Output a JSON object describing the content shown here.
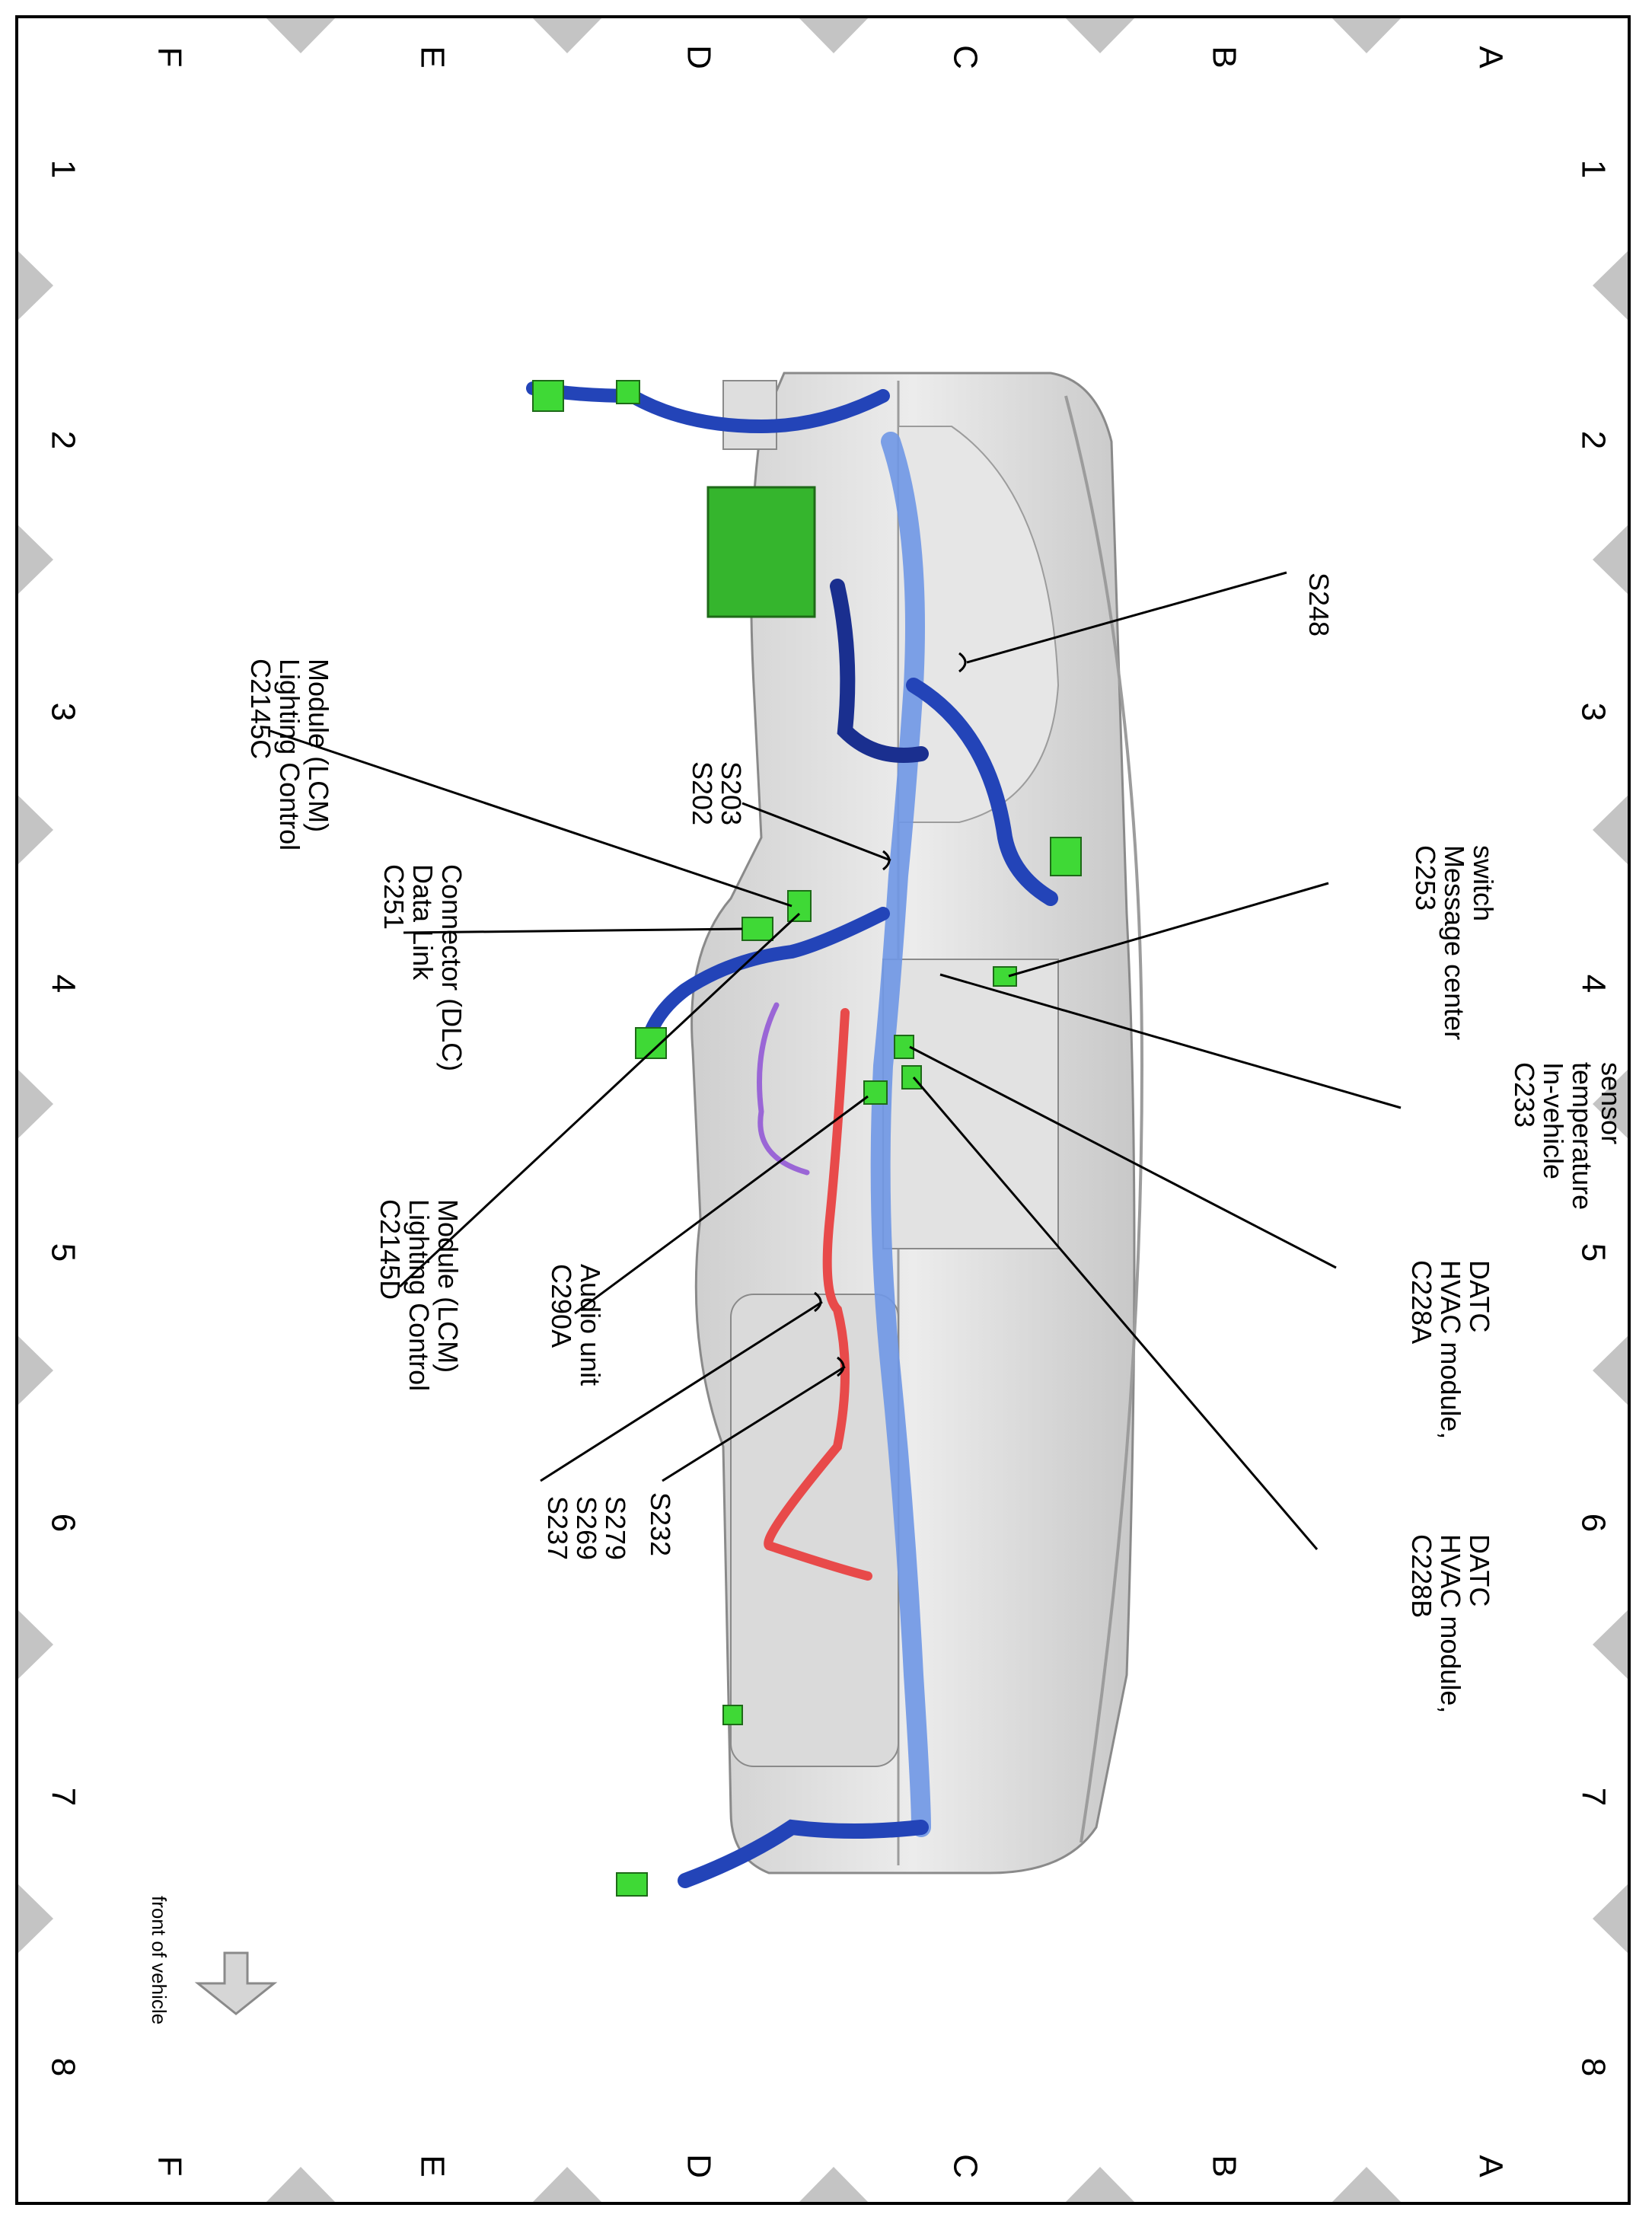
{
  "grid": {
    "letters": [
      "A",
      "B",
      "C",
      "D",
      "E",
      "F"
    ],
    "numbers": [
      "1",
      "2",
      "3",
      "4",
      "5",
      "6",
      "7",
      "8"
    ]
  },
  "labels": {
    "s248": [
      "S248"
    ],
    "c253": [
      "C253",
      "Message center",
      "switch"
    ],
    "c233": [
      "C233",
      "In-vehicle",
      "temperature",
      "sensor"
    ],
    "c228a": [
      "C228A",
      "HVAC module,",
      "DATC"
    ],
    "c228b": [
      "C228B",
      "HVAC module,",
      "DATC"
    ],
    "s202": [
      "S202",
      "S203"
    ],
    "c2145c": [
      "C2145C",
      "Lighting Control",
      "Module (LCM)"
    ],
    "c251": [
      "C251",
      "Data Link",
      "Connector (DLC)"
    ],
    "c2145d": [
      "C2145D",
      "Lighting Control",
      "Module (LCM)"
    ],
    "c290a": [
      "C290A",
      "Audio unit"
    ],
    "s232": [
      "S232"
    ],
    "s237": [
      "S237",
      "S269",
      "S279"
    ]
  },
  "front_note": "front of vehicle",
  "colors": {
    "harness_main": "#6f97e6",
    "harness_dark": "#2344b8",
    "harness_red": "#e84a4a",
    "harness_purple": "#9a66d6",
    "connector_green": "#3fd936",
    "marker_gray": "#c4c4c4",
    "panel_gray": "#d8d8d8"
  }
}
